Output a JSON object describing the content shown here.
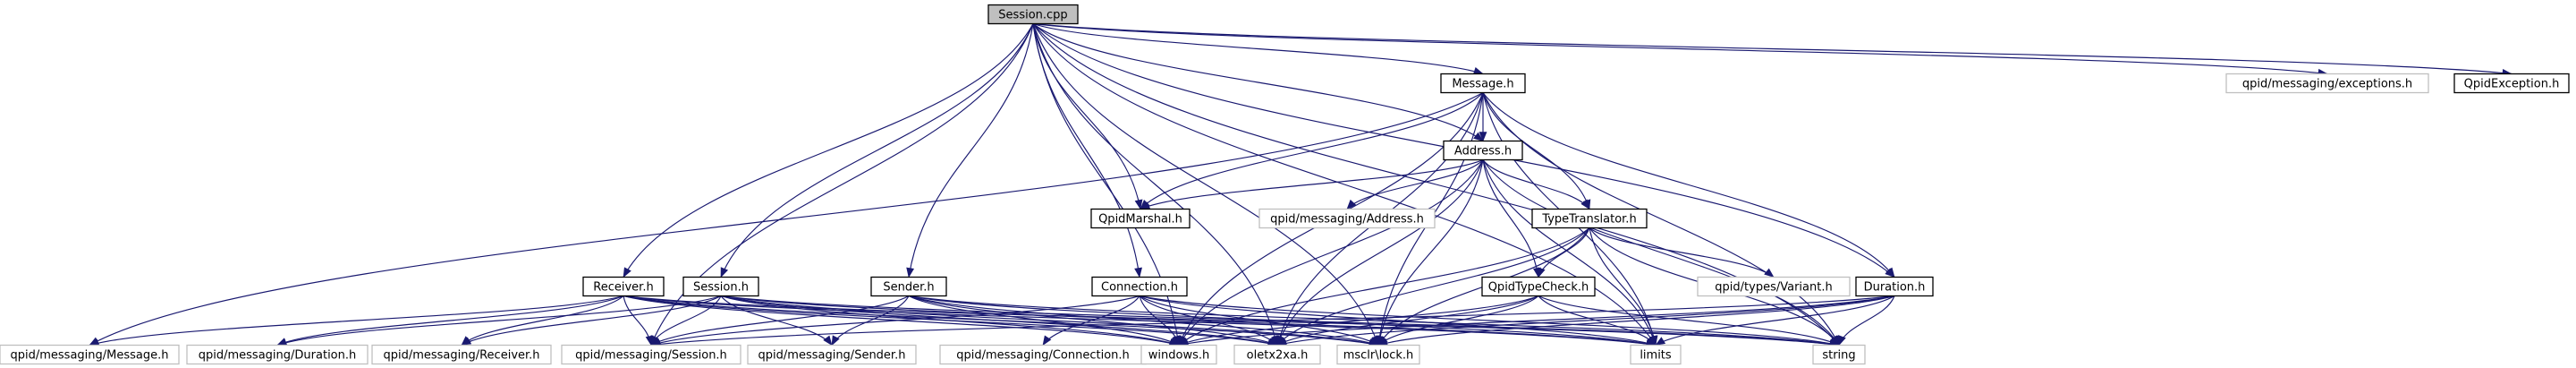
{
  "diagram": {
    "colors": {
      "edge": "#191970",
      "arrowhead": "#191970",
      "root_fill": "#bfbfbf",
      "root_stroke": "#000000",
      "documented_stroke": "#000000",
      "external_stroke": "#bfbfbf",
      "node_fill": "#ffffff",
      "text": "#000000"
    },
    "nodes": [
      {
        "id": "session_cpp",
        "label": "Session.cpp",
        "kind": "root"
      },
      {
        "id": "message_h",
        "label": "Message.h",
        "kind": "documented"
      },
      {
        "id": "exceptions_h",
        "label": "qpid/messaging/exceptions.h",
        "kind": "external"
      },
      {
        "id": "qpidexception_h",
        "label": "QpidException.h",
        "kind": "documented"
      },
      {
        "id": "address_h",
        "label": "Address.h",
        "kind": "documented"
      },
      {
        "id": "qpidmarshal_h",
        "label": "QpidMarshal.h",
        "kind": "documented"
      },
      {
        "id": "msg_address_h",
        "label": "qpid/messaging/Address.h",
        "kind": "external"
      },
      {
        "id": "typetranslator_h",
        "label": "TypeTranslator.h",
        "kind": "documented"
      },
      {
        "id": "variant_h",
        "label": "qpid/types/Variant.h",
        "kind": "external"
      },
      {
        "id": "receiver_h",
        "label": "Receiver.h",
        "kind": "documented"
      },
      {
        "id": "session_h",
        "label": "Session.h",
        "kind": "documented"
      },
      {
        "id": "sender_h",
        "label": "Sender.h",
        "kind": "documented"
      },
      {
        "id": "connection_h",
        "label": "Connection.h",
        "kind": "documented"
      },
      {
        "id": "qpidtypecheck_h",
        "label": "QpidTypeCheck.h",
        "kind": "documented"
      },
      {
        "id": "duration_h",
        "label": "Duration.h",
        "kind": "documented"
      },
      {
        "id": "msg_message_h",
        "label": "qpid/messaging/Message.h",
        "kind": "external"
      },
      {
        "id": "msg_duration_h",
        "label": "qpid/messaging/Duration.h",
        "kind": "external"
      },
      {
        "id": "msg_receiver_h",
        "label": "qpid/messaging/Receiver.h",
        "kind": "external"
      },
      {
        "id": "msg_session_h",
        "label": "qpid/messaging/Session.h",
        "kind": "external"
      },
      {
        "id": "msg_sender_h",
        "label": "qpid/messaging/Sender.h",
        "kind": "external"
      },
      {
        "id": "msg_connection_h",
        "label": "qpid/messaging/Connection.h",
        "kind": "external"
      },
      {
        "id": "windows_h",
        "label": "windows.h",
        "kind": "external"
      },
      {
        "id": "oletx2xa_h",
        "label": "oletx2xa.h",
        "kind": "external"
      },
      {
        "id": "msclrlock_h",
        "label": "msclr\\lock.h",
        "kind": "external"
      },
      {
        "id": "limits",
        "label": "limits",
        "kind": "external"
      },
      {
        "id": "string",
        "label": "string",
        "kind": "external"
      }
    ],
    "edges": [
      [
        "session_cpp",
        "message_h"
      ],
      [
        "session_cpp",
        "exceptions_h"
      ],
      [
        "session_cpp",
        "qpidexception_h"
      ],
      [
        "session_cpp",
        "address_h"
      ],
      [
        "session_cpp",
        "qpidmarshal_h"
      ],
      [
        "session_cpp",
        "receiver_h"
      ],
      [
        "session_cpp",
        "session_h"
      ],
      [
        "session_cpp",
        "sender_h"
      ],
      [
        "session_cpp",
        "connection_h"
      ],
      [
        "session_cpp",
        "duration_h"
      ],
      [
        "session_cpp",
        "msg_session_h"
      ],
      [
        "session_cpp",
        "windows_h"
      ],
      [
        "session_cpp",
        "oletx2xa_h"
      ],
      [
        "session_cpp",
        "msclrlock_h"
      ],
      [
        "session_cpp",
        "limits"
      ],
      [
        "session_cpp",
        "string"
      ],
      [
        "message_h",
        "address_h"
      ],
      [
        "message_h",
        "qpidmarshal_h"
      ],
      [
        "message_h",
        "typetranslator_h"
      ],
      [
        "message_h",
        "duration_h"
      ],
      [
        "message_h",
        "msg_message_h"
      ],
      [
        "message_h",
        "windows_h"
      ],
      [
        "message_h",
        "oletx2xa_h"
      ],
      [
        "message_h",
        "msclrlock_h"
      ],
      [
        "message_h",
        "limits"
      ],
      [
        "message_h",
        "string"
      ],
      [
        "address_h",
        "qpidmarshal_h"
      ],
      [
        "address_h",
        "msg_address_h"
      ],
      [
        "address_h",
        "typetranslator_h"
      ],
      [
        "address_h",
        "qpidtypecheck_h"
      ],
      [
        "address_h",
        "windows_h"
      ],
      [
        "address_h",
        "oletx2xa_h"
      ],
      [
        "address_h",
        "msclrlock_h"
      ],
      [
        "address_h",
        "limits"
      ],
      [
        "address_h",
        "string"
      ],
      [
        "typetranslator_h",
        "variant_h"
      ],
      [
        "typetranslator_h",
        "qpidtypecheck_h"
      ],
      [
        "typetranslator_h",
        "windows_h"
      ],
      [
        "typetranslator_h",
        "oletx2xa_h"
      ],
      [
        "typetranslator_h",
        "msclrlock_h"
      ],
      [
        "typetranslator_h",
        "limits"
      ],
      [
        "typetranslator_h",
        "string"
      ],
      [
        "qpidtypecheck_h",
        "windows_h"
      ],
      [
        "qpidtypecheck_h",
        "oletx2xa_h"
      ],
      [
        "qpidtypecheck_h",
        "msclrlock_h"
      ],
      [
        "qpidtypecheck_h",
        "limits"
      ],
      [
        "qpidtypecheck_h",
        "string"
      ],
      [
        "receiver_h",
        "msg_message_h"
      ],
      [
        "receiver_h",
        "msg_duration_h"
      ],
      [
        "receiver_h",
        "msg_receiver_h"
      ],
      [
        "receiver_h",
        "msg_session_h"
      ],
      [
        "receiver_h",
        "windows_h"
      ],
      [
        "receiver_h",
        "oletx2xa_h"
      ],
      [
        "receiver_h",
        "msclrlock_h"
      ],
      [
        "receiver_h",
        "limits"
      ],
      [
        "receiver_h",
        "string"
      ],
      [
        "session_h",
        "msg_duration_h"
      ],
      [
        "session_h",
        "msg_receiver_h"
      ],
      [
        "session_h",
        "msg_session_h"
      ],
      [
        "session_h",
        "msg_sender_h"
      ],
      [
        "session_h",
        "windows_h"
      ],
      [
        "session_h",
        "oletx2xa_h"
      ],
      [
        "session_h",
        "msclrlock_h"
      ],
      [
        "session_h",
        "limits"
      ],
      [
        "session_h",
        "string"
      ],
      [
        "sender_h",
        "msg_session_h"
      ],
      [
        "sender_h",
        "msg_sender_h"
      ],
      [
        "sender_h",
        "windows_h"
      ],
      [
        "sender_h",
        "oletx2xa_h"
      ],
      [
        "sender_h",
        "msclrlock_h"
      ],
      [
        "sender_h",
        "limits"
      ],
      [
        "sender_h",
        "string"
      ],
      [
        "connection_h",
        "msg_session_h"
      ],
      [
        "connection_h",
        "msg_connection_h"
      ],
      [
        "connection_h",
        "windows_h"
      ],
      [
        "connection_h",
        "oletx2xa_h"
      ],
      [
        "connection_h",
        "msclrlock_h"
      ],
      [
        "connection_h",
        "limits"
      ],
      [
        "connection_h",
        "string"
      ],
      [
        "duration_h",
        "msg_session_h"
      ],
      [
        "duration_h",
        "windows_h"
      ],
      [
        "duration_h",
        "oletx2xa_h"
      ],
      [
        "duration_h",
        "msclrlock_h"
      ],
      [
        "duration_h",
        "limits"
      ],
      [
        "duration_h",
        "string"
      ]
    ]
  }
}
